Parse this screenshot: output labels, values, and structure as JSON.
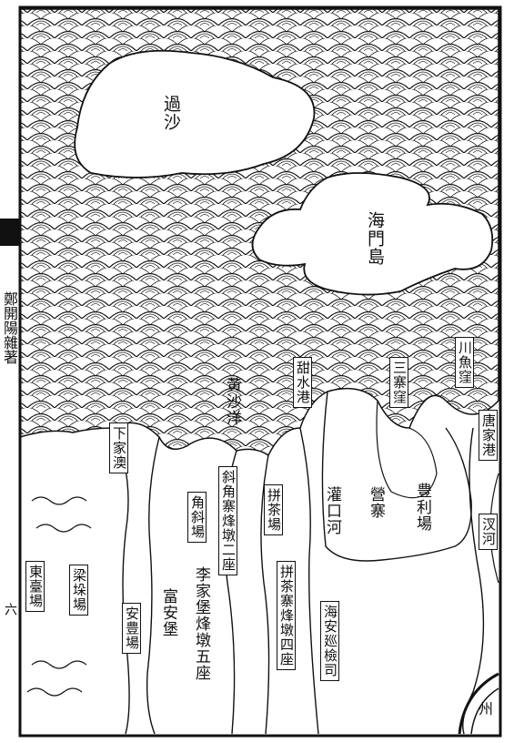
{
  "page": {
    "margin_text": "鄭開陽雜著",
    "page_number": "六"
  },
  "islands": [
    {
      "id": "guosha",
      "label": "過沙"
    },
    {
      "id": "haimen",
      "label": "海門島"
    }
  ],
  "places": [
    {
      "id": "chuanyuwo",
      "label": "川魚窪"
    },
    {
      "id": "sanzhaiwo",
      "label": "三寨窪"
    },
    {
      "id": "tianshuigang",
      "label": "甜水港"
    },
    {
      "id": "huangshayang",
      "label": "黃沙洋"
    },
    {
      "id": "xiajiayu",
      "label": "下家澳"
    },
    {
      "id": "tangjiagang",
      "label": "唐家港"
    },
    {
      "id": "chahe",
      "label": "汊河"
    },
    {
      "id": "fengli",
      "label": "豊利場"
    },
    {
      "id": "yingzhai",
      "label": "營寨"
    },
    {
      "id": "guankouhe",
      "label": "灌口河"
    },
    {
      "id": "pincha",
      "label": "拼茶場"
    },
    {
      "id": "xiejiaozhai",
      "label": "斜角寨烽墩二座"
    },
    {
      "id": "jiaoxie",
      "label": "角斜場"
    },
    {
      "id": "lijiabao",
      "label": "李家堡烽墩五座"
    },
    {
      "id": "fuanbao",
      "label": "富安堡"
    },
    {
      "id": "anfeng",
      "label": "安豊場"
    },
    {
      "id": "pinchazhai",
      "label": "拼茶寨烽墩四座"
    },
    {
      "id": "haianxunjian",
      "label": "海安廵檢司"
    },
    {
      "id": "liangduo",
      "label": "梁垛場"
    },
    {
      "id": "dongtai",
      "label": "東臺場"
    },
    {
      "id": "zhou",
      "label": "州"
    }
  ]
}
